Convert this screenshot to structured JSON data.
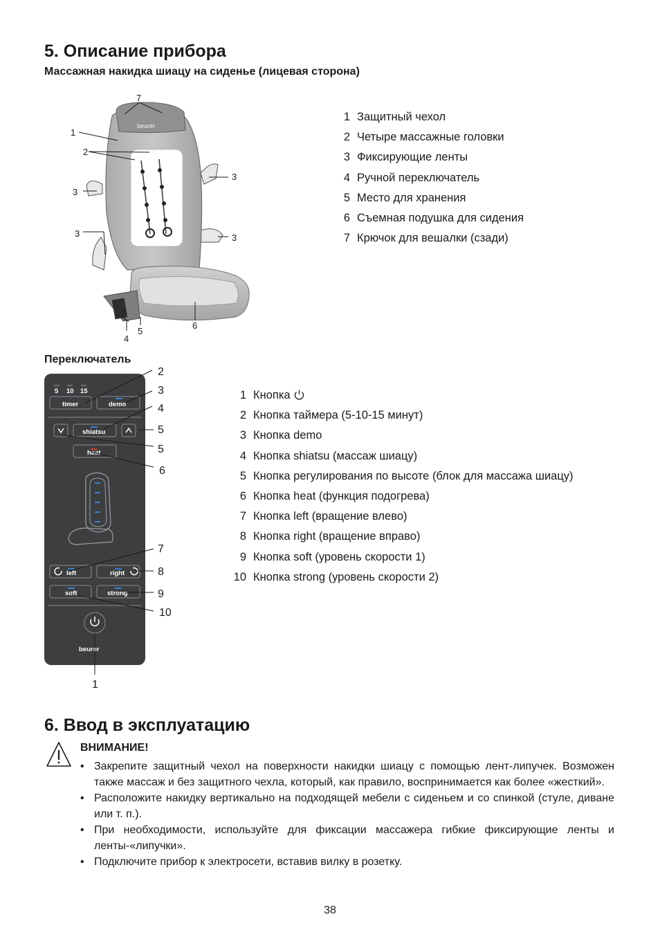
{
  "section5": {
    "title": "5. Описание прибора",
    "subtitle": "Массажная накидка шиацу на сиденье (лицевая сторона)",
    "legend": [
      {
        "num": "1",
        "text": "Защитный чехол"
      },
      {
        "num": "2",
        "text": "Четыре массажные головки"
      },
      {
        "num": "3",
        "text": "Фиксирующие ленты"
      },
      {
        "num": "4",
        "text": "Ручной переключатель"
      },
      {
        "num": "5",
        "text": "Место для хранения"
      },
      {
        "num": "6",
        "text": "Съемная подушка для сидения"
      },
      {
        "num": "7",
        "text": "Крючок для вешалки (сзади)"
      }
    ],
    "device_brand": "beurer",
    "device_callouts": [
      "7",
      "1",
      "2",
      "3",
      "3",
      "3",
      "3",
      "4",
      "5",
      "6"
    ]
  },
  "switch": {
    "title": "Переключатель",
    "timer_values": [
      "5",
      "10",
      "15"
    ],
    "buttons": {
      "timer": "timer",
      "demo": "demo",
      "shiatsu": "shiatsu",
      "heat": "heat",
      "left": "left",
      "right": "right",
      "soft": "soft",
      "strong": "strong",
      "brand": "beurer"
    },
    "callouts": [
      "2",
      "3",
      "4",
      "5",
      "5",
      "6",
      "7",
      "8",
      "9",
      "10",
      "1"
    ],
    "legend": [
      {
        "num": "1",
        "text": "Кнопка",
        "icon": "power-icon"
      },
      {
        "num": "2",
        "text": "Кнопка таймера (5-10-15 минут)"
      },
      {
        "num": "3",
        "text": "Кнопка demo"
      },
      {
        "num": "4",
        "text": "Кнопка shiatsu (массаж шиацу)"
      },
      {
        "num": "5",
        "text": "Кнопка регулирования по высоте (блок для массажа шиацу)"
      },
      {
        "num": "6",
        "text": "Кнопка heat (функция подогрева)"
      },
      {
        "num": "7",
        "text": "Кнопка left (вращение влево)"
      },
      {
        "num": "8",
        "text": "Кнопка right (вращение вправо)"
      },
      {
        "num": "9",
        "text": "Кнопка soft (уровень скорости 1)"
      },
      {
        "num": "10",
        "text": "Кнопка strong (уровень скорости 2)"
      }
    ]
  },
  "section6": {
    "title": "6. Ввод в эксплуатацию",
    "warning_title": "ВНИМАНИЕ!",
    "bullets": [
      "Закрепите защитный чехол на поверхности накидки шиацу с помощью лент-липучек. Возможен также массаж и без защитного чехла, который, как правило, воспринимается как более «жесткий».",
      "Расположите накидку вертикально на подходящей мебели с сиденьем и со спинкой (стуле, диване или т. п.).",
      "При необходимости, используйте для фиксации массажера гибкие фиксирующие ленты и ленты-«липучки».",
      "Подключите прибор к электросети, вставив вилку в розетку."
    ]
  },
  "page_number": "38",
  "colors": {
    "text": "#1a1a1a",
    "remote_body": "#3d3e40",
    "remote_button_border": "#8a8c90",
    "led_blue": "#3f7fd0",
    "led_red": "#d23a2a",
    "cushion_gray": "#b7b9bb"
  }
}
